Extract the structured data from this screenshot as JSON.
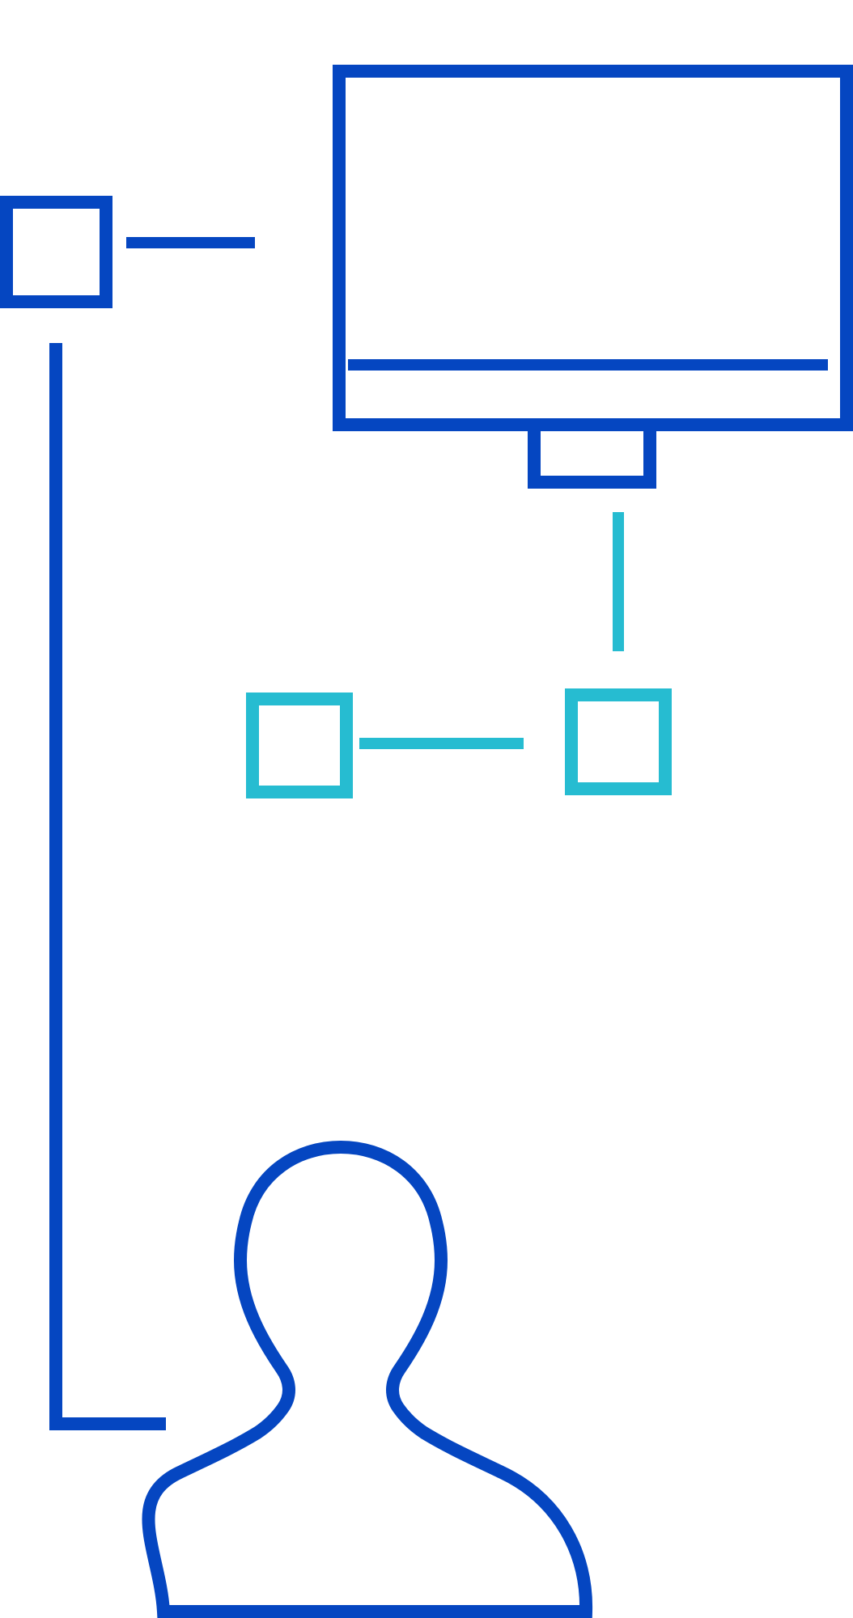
{
  "diagram": {
    "colors": {
      "primary": "#0546c1",
      "accent": "#26bcd1",
      "background": "#ffffff"
    },
    "nodes": [
      {
        "id": "left-square",
        "shape": "square-outline",
        "color": "primary"
      },
      {
        "id": "monitor",
        "shape": "monitor-outline",
        "color": "primary"
      },
      {
        "id": "center-square",
        "shape": "square-outline",
        "color": "accent"
      },
      {
        "id": "right-square",
        "shape": "square-outline",
        "color": "accent"
      },
      {
        "id": "user",
        "shape": "person-silhouette",
        "color": "primary",
        "icon": "user-icon"
      }
    ],
    "connectors": [
      {
        "from": "left-square",
        "to": "monitor",
        "color": "primary"
      },
      {
        "from": "monitor",
        "to": "right-square",
        "color": "accent"
      },
      {
        "from": "center-square",
        "to": "right-square",
        "color": "accent"
      },
      {
        "from": "left-square",
        "to": "user",
        "color": "primary"
      }
    ]
  }
}
